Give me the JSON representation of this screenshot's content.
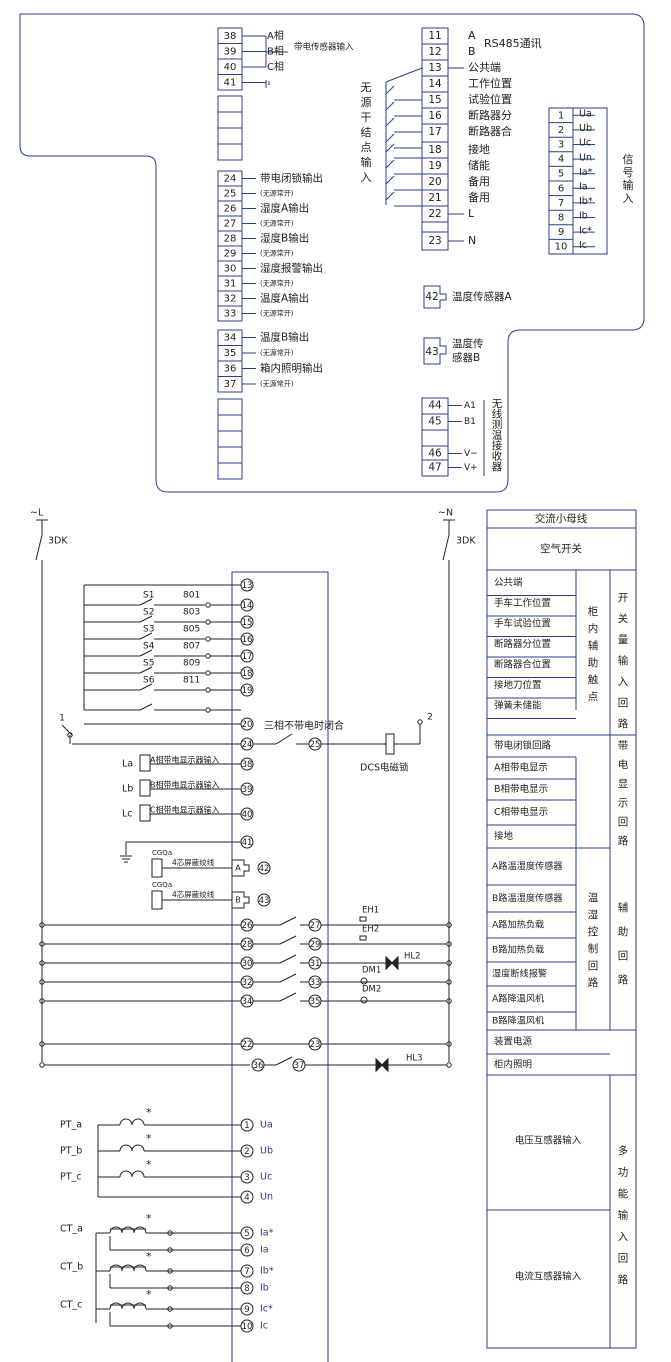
{
  "colors": {
    "blue": "#2a3d8f",
    "black": "#222"
  },
  "top_panel": {
    "left_top": [
      {
        "n": "38",
        "label": "A相"
      },
      {
        "n": "39",
        "label": "B相"
      },
      {
        "n": "40",
        "label": "C相"
      },
      {
        "n": "41",
        "label": ""
      }
    ],
    "sensor_input": "带电传感器输入",
    "left_mid": [
      {
        "n": "24",
        "label": "带电闭锁输出"
      },
      {
        "n": "25",
        "label": "(无源常开)"
      },
      {
        "n": "26",
        "label": "湿度A输出"
      },
      {
        "n": "27",
        "label": "(无源常开)"
      },
      {
        "n": "28",
        "label": "湿度B输出"
      },
      {
        "n": "29",
        "label": "(无源常开)"
      },
      {
        "n": "30",
        "label": "湿度报警输出"
      },
      {
        "n": "31",
        "label": "(无源常开)"
      },
      {
        "n": "32",
        "label": "温度A输出"
      },
      {
        "n": "33",
        "label": "(无源常开)"
      }
    ],
    "left_low": [
      {
        "n": "34",
        "label": "温度B输出"
      },
      {
        "n": "35",
        "label": "(无源常开)"
      },
      {
        "n": "36",
        "label": "箱内照明输出"
      },
      {
        "n": "37",
        "label": "(无源常开)"
      }
    ],
    "mid_rows": [
      {
        "n": "11",
        "label": "A"
      },
      {
        "n": "12",
        "label": "B"
      },
      {
        "n": "13",
        "label": "公共端"
      },
      {
        "n": "14",
        "label": "工作位置"
      },
      {
        "n": "15",
        "label": "试验位置"
      },
      {
        "n": "16",
        "label": "断路器分"
      },
      {
        "n": "17",
        "label": "断路器合"
      },
      {
        "n": "18",
        "label": "接地"
      },
      {
        "n": "19",
        "label": "储能"
      },
      {
        "n": "20",
        "label": "备用"
      },
      {
        "n": "21",
        "label": "备用"
      },
      {
        "n": "22",
        "label": "L"
      },
      {
        "n": "23",
        "label": "N"
      }
    ],
    "rs485": "RS485通讯",
    "dry_contact": [
      "无",
      "源",
      "干",
      "结",
      "点",
      "输",
      "入"
    ],
    "temp_a": {
      "n": "42",
      "label": "温度传感器A"
    },
    "temp_b": {
      "n": "43",
      "label1": "温度传",
      "label2": "感器B"
    },
    "wireless": [
      {
        "n": "44",
        "label": "A1"
      },
      {
        "n": "45",
        "label": "B1"
      },
      {
        "n": "46",
        "label": "V−"
      },
      {
        "n": "47",
        "label": "V+"
      }
    ],
    "wireless_title": [
      "无",
      "线",
      "测",
      "温",
      "接",
      "收",
      "器"
    ],
    "signal_rows": [
      {
        "n": "1",
        "label": "Ua"
      },
      {
        "n": "2",
        "label": "Ub"
      },
      {
        "n": "3",
        "label": "Uc"
      },
      {
        "n": "4",
        "label": "Un"
      },
      {
        "n": "5",
        "label": "Ia*"
      },
      {
        "n": "6",
        "label": "Ia"
      },
      {
        "n": "7",
        "label": "Ib*"
      },
      {
        "n": "8",
        "label": "Ib"
      },
      {
        "n": "9",
        "label": "Ic*"
      },
      {
        "n": "10",
        "label": "Ic"
      }
    ],
    "signal_title": [
      "信",
      "号",
      "输",
      "入"
    ]
  },
  "schematic": {
    "l_label": "~L",
    "n_label": "~N",
    "dk": "3DK",
    "switches": [
      {
        "s": "S1",
        "w": "801",
        "t": "14"
      },
      {
        "s": "S2",
        "w": "803",
        "t": "15"
      },
      {
        "s": "S3",
        "w": "805",
        "t": "16"
      },
      {
        "s": "S4",
        "w": "807",
        "t": "17"
      },
      {
        "s": "S5",
        "w": "809",
        "t": "18"
      },
      {
        "s": "S6",
        "w": "811",
        "t": "19"
      }
    ],
    "t13": "13",
    "t20": "20",
    "t24": "24",
    "t25": "25",
    "p1": "1",
    "p2": "2",
    "lock_text": "三相不带电时闭合",
    "dcs": "DCS电磁锁",
    "live": [
      {
        "k": "La",
        "txt": "A相带电显示器输入",
        "t": "38"
      },
      {
        "k": "Lb",
        "txt": "B相带电显示器输入",
        "t": "39"
      },
      {
        "k": "Lc",
        "txt": "C相带电显示器输入",
        "t": "40"
      }
    ],
    "t41": "41",
    "cgqa": "CGQa",
    "shield": "4芯屏蔽绞线",
    "t42": "42",
    "t43": "43",
    "box_a": "A",
    "box_b": "B",
    "aux": [
      {
        "a": "26",
        "b": "27",
        "load": "EH1"
      },
      {
        "a": "28",
        "b": "29",
        "load": "EH2"
      },
      {
        "a": "30",
        "b": "31",
        "load": "HL2"
      },
      {
        "a": "32",
        "b": "33",
        "load": "DM1"
      },
      {
        "a": "34",
        "b": "35",
        "load": "DM2"
      }
    ],
    "t22": "22",
    "t23": "23",
    "t36": "36",
    "t37": "37",
    "hl3": "HL3",
    "pt": [
      {
        "k": "PT_a",
        "t": "1",
        "s": "Ua"
      },
      {
        "k": "PT_b",
        "t": "2",
        "s": "Ub"
      },
      {
        "k": "PT_c",
        "t": "3",
        "s": "Uc"
      }
    ],
    "un": {
      "t": "4",
      "s": "Un"
    },
    "ct": [
      {
        "k": "CT_a",
        "t1": "5",
        "s1": "Ia*",
        "t2": "6",
        "s2": "Ia"
      },
      {
        "k": "CT_b",
        "t1": "7",
        "s1": "Ib*",
        "t2": "8",
        "s2": "Ib"
      },
      {
        "k": "CT_c",
        "t1": "9",
        "s1": "Ic*",
        "t2": "10",
        "s2": "Ic"
      }
    ],
    "star": "*"
  },
  "legend": {
    "bus": "交流小母线",
    "air": "空气开关",
    "s1_items": [
      "公共端",
      "手车工作位置",
      "手车试验位置",
      "断路器分位置",
      "断路器合位置",
      "接地刀位置",
      "弹簧未储能"
    ],
    "s1_mid": [
      "柜",
      "内",
      "辅",
      "助",
      "触",
      "点"
    ],
    "s1_out": [
      "开",
      "关",
      "量",
      "输",
      "入",
      "回",
      "路"
    ],
    "s2_items": [
      "带电闭锁回路",
      "A相带电显示",
      "B相带电显示",
      "C相带电显示",
      "接地"
    ],
    "s2_out": [
      "带",
      "电",
      "显",
      "示",
      "回",
      "路"
    ],
    "s3_items": [
      "A路温湿度传感器",
      "B路温湿度传感器",
      "A路加热负载",
      "B路加热负载",
      "湿度断线报警",
      "A路降温风机",
      "B路降温风机"
    ],
    "s3_mid": [
      "温",
      "湿",
      "控",
      "制",
      "回",
      "路"
    ],
    "s3_out": [
      "辅",
      "助",
      "回",
      "路"
    ],
    "power": "装置电源",
    "light": "柜内照明",
    "vt": "电压互感器输入",
    "ct": "电流互感器输入",
    "s4_out": [
      "多",
      "功",
      "能",
      "输",
      "入",
      "回",
      "路"
    ]
  }
}
